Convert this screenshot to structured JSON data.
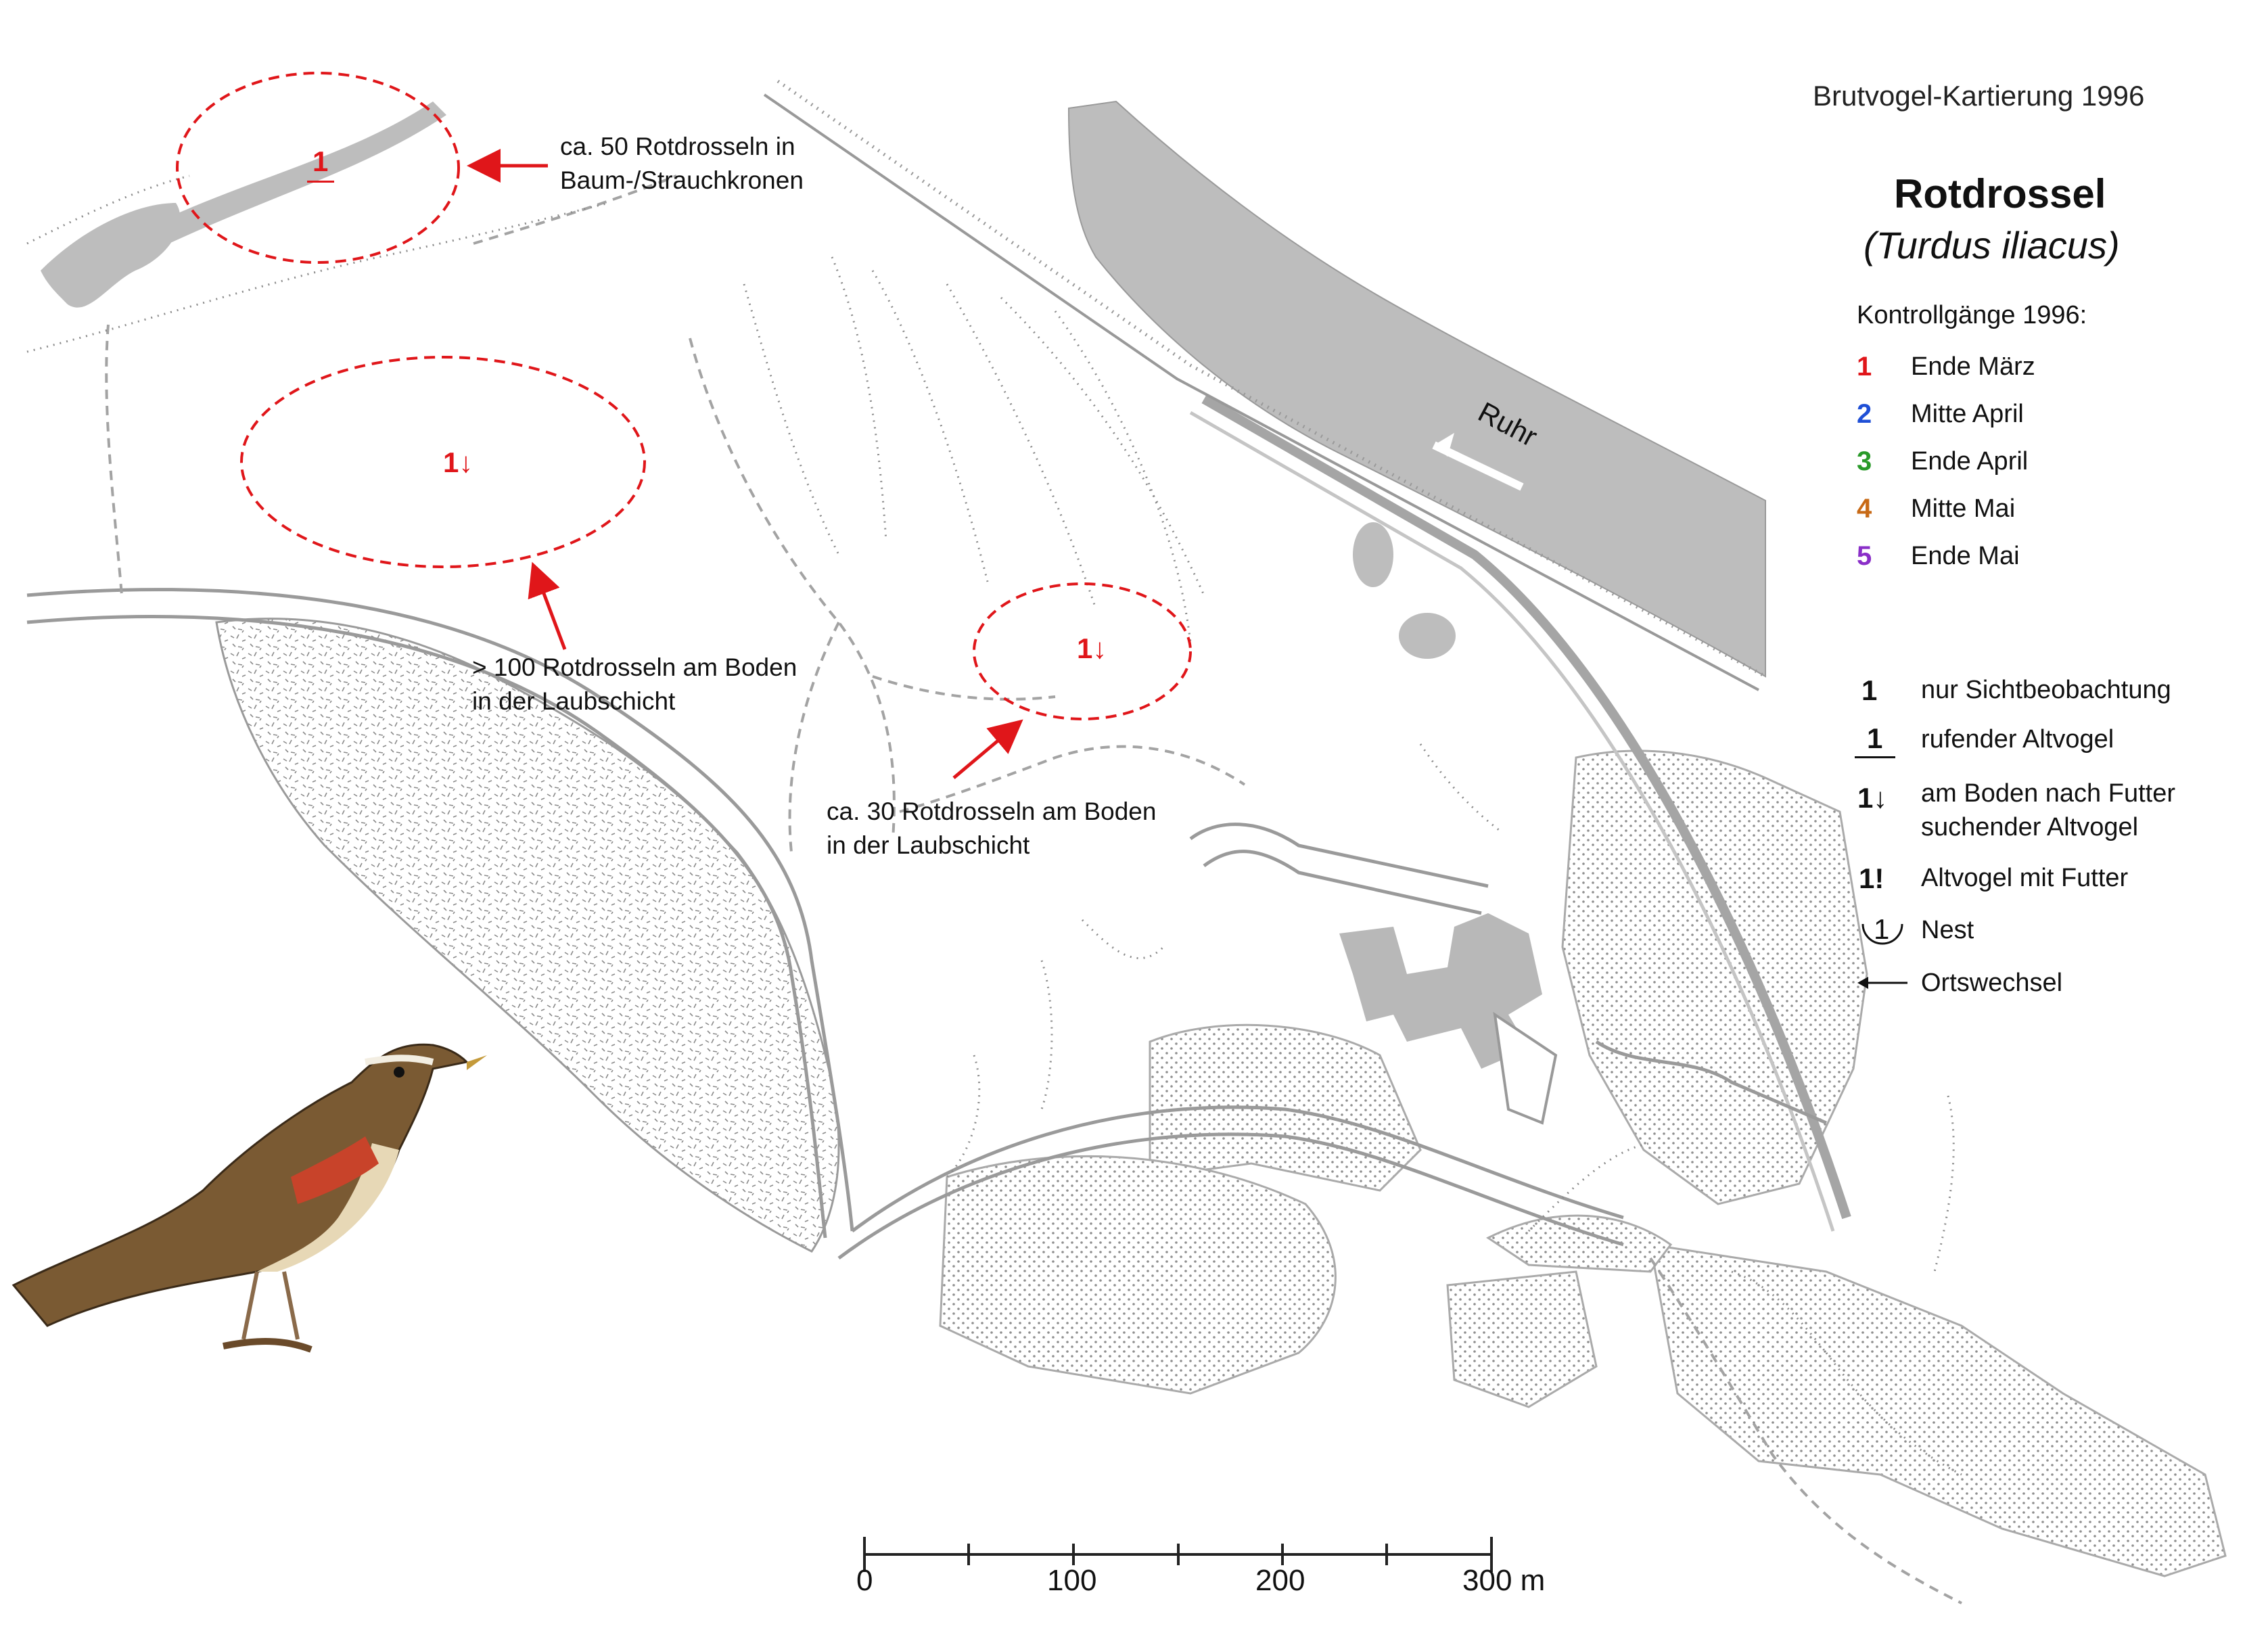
{
  "header": {
    "survey_title": "Brutvogel-Kartierung 1996",
    "species_name": "Rotdrossel",
    "species_latin": "(Turdus iliacus)"
  },
  "legend": {
    "heading": "Kontrollgänge 1996:",
    "visits": [
      {
        "num": "1",
        "label": "Ende März",
        "color": "#e0161a"
      },
      {
        "num": "2",
        "label": "Mitte April",
        "color": "#1f4fd6"
      },
      {
        "num": "3",
        "label": "Ende April",
        "color": "#2a9a2a"
      },
      {
        "num": "4",
        "label": "Mitte Mai",
        "color": "#c86a16"
      },
      {
        "num": "5",
        "label": "Ende Mai",
        "color": "#8a2fc8"
      }
    ],
    "symbols": [
      {
        "glyph": "1",
        "label": "nur Sichtbeobachtung",
        "icon": "plain-number-icon"
      },
      {
        "glyph": "1",
        "label": "rufender Altvogel",
        "icon": "underlined-number-icon"
      },
      {
        "glyph": "1↓",
        "label": "am Boden nach Futter",
        "label2": "suchender Altvogel",
        "icon": "number-down-arrow-icon"
      },
      {
        "glyph": "1!",
        "label": "Altvogel mit Futter",
        "icon": "number-exclamation-icon"
      },
      {
        "glyph": "1",
        "label": "Nest",
        "icon": "nest-arc-icon"
      },
      {
        "glyph": "",
        "label": "Ortswechsel",
        "icon": "left-arrow-icon"
      }
    ]
  },
  "map": {
    "river_label": "Ruhr",
    "observations": [
      {
        "glyph": "1",
        "type": "rufender Altvogel",
        "visit": 1
      },
      {
        "glyph": "1↓",
        "type": "am Boden nach Futter suchender Altvogel",
        "visit": 1
      },
      {
        "glyph": "1↓",
        "type": "am Boden nach Futter suchender Altvogel",
        "visit": 1
      }
    ],
    "annotations": [
      {
        "line1": "ca. 50 Rotdrosseln in",
        "line2": "Baum-/Strauchkronen"
      },
      {
        "line1": "> 100 Rotdrosseln am Boden",
        "line2": "in der Laubschicht"
      },
      {
        "line1": "ca. 30 Rotdrosseln am Boden",
        "line2": "in der Laubschicht"
      }
    ],
    "accent_color": "#e0161a"
  },
  "scale_bar": {
    "labels": [
      "0",
      "100",
      "200",
      "300 m"
    ]
  }
}
